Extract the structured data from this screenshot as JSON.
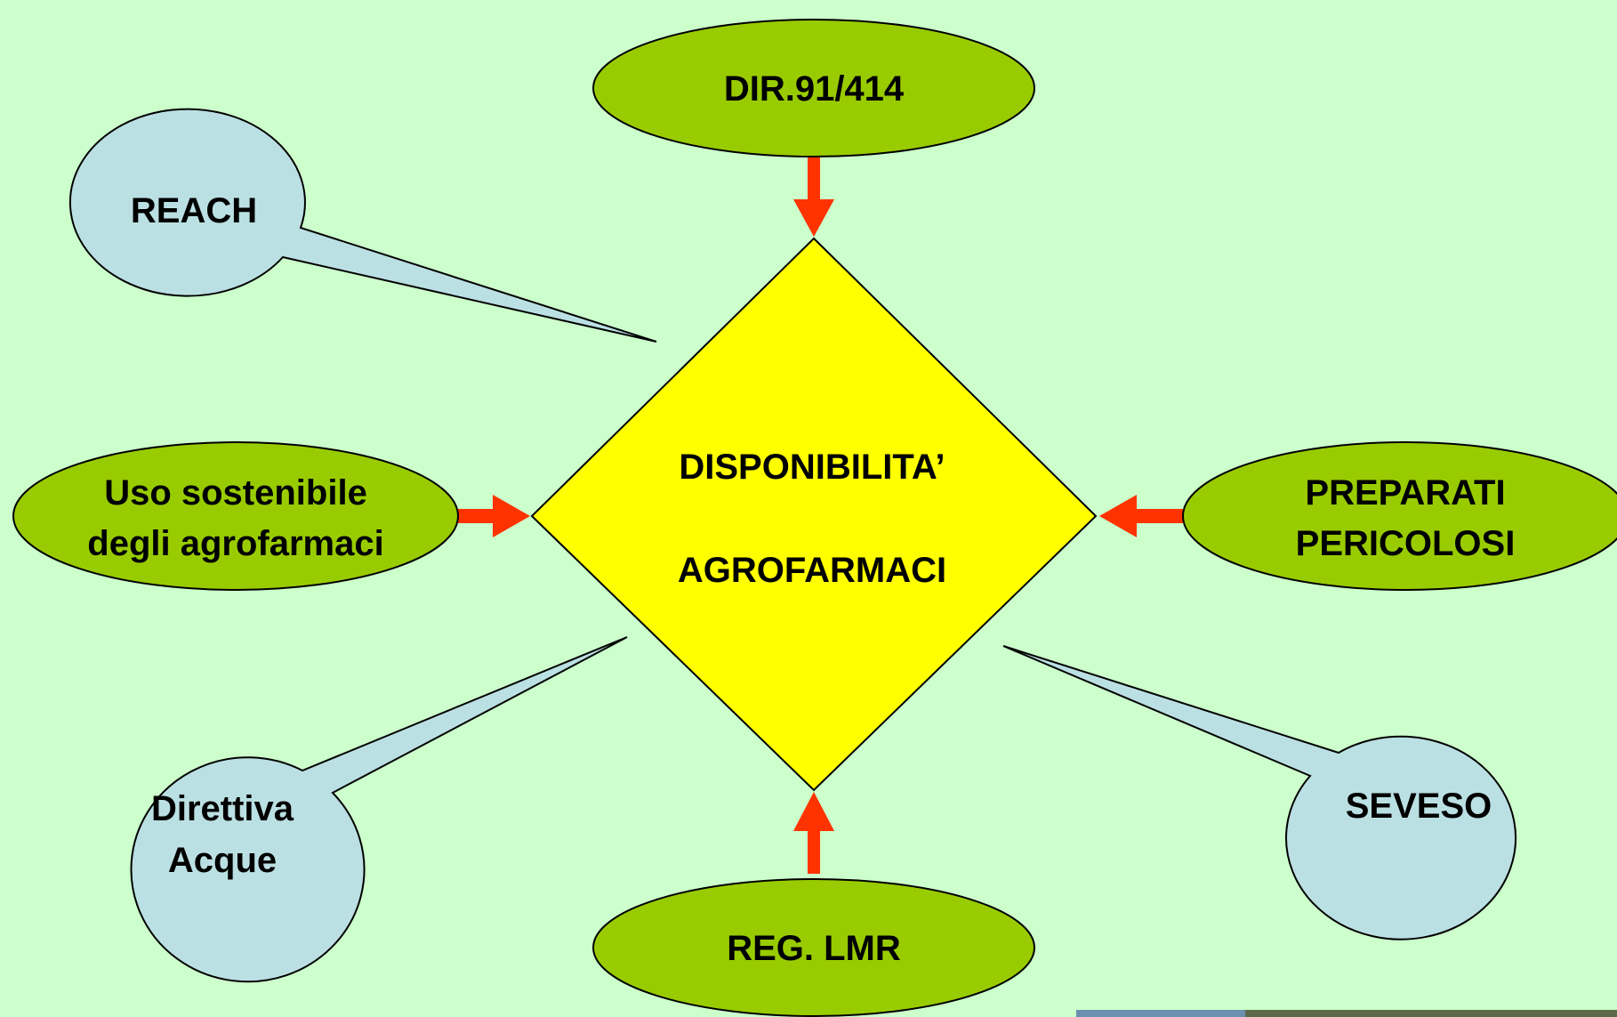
{
  "center": {
    "line1": "DISPONIBILITA’",
    "line2": "AGROFARMACI"
  },
  "nodes": {
    "dir": {
      "label": "DIR.91/414"
    },
    "reach": {
      "label": "REACH"
    },
    "uso": {
      "line1": "Uso sostenibile",
      "line2": "degli agrofarmaci"
    },
    "preparati": {
      "line1": "PREPARATI",
      "line2": "PERICOLOSI"
    },
    "direttiva": {
      "line1": "Direttiva",
      "line2": "Acque"
    },
    "seveso": {
      "label": "SEVESO"
    },
    "reg": {
      "label": "REG. LMR"
    }
  },
  "colors": {
    "background": "#ccffcc",
    "diamond": "#ffff00",
    "green_node": "#99cc00",
    "blue_callout": "#bbe0e3",
    "arrow": "#ff3300"
  }
}
